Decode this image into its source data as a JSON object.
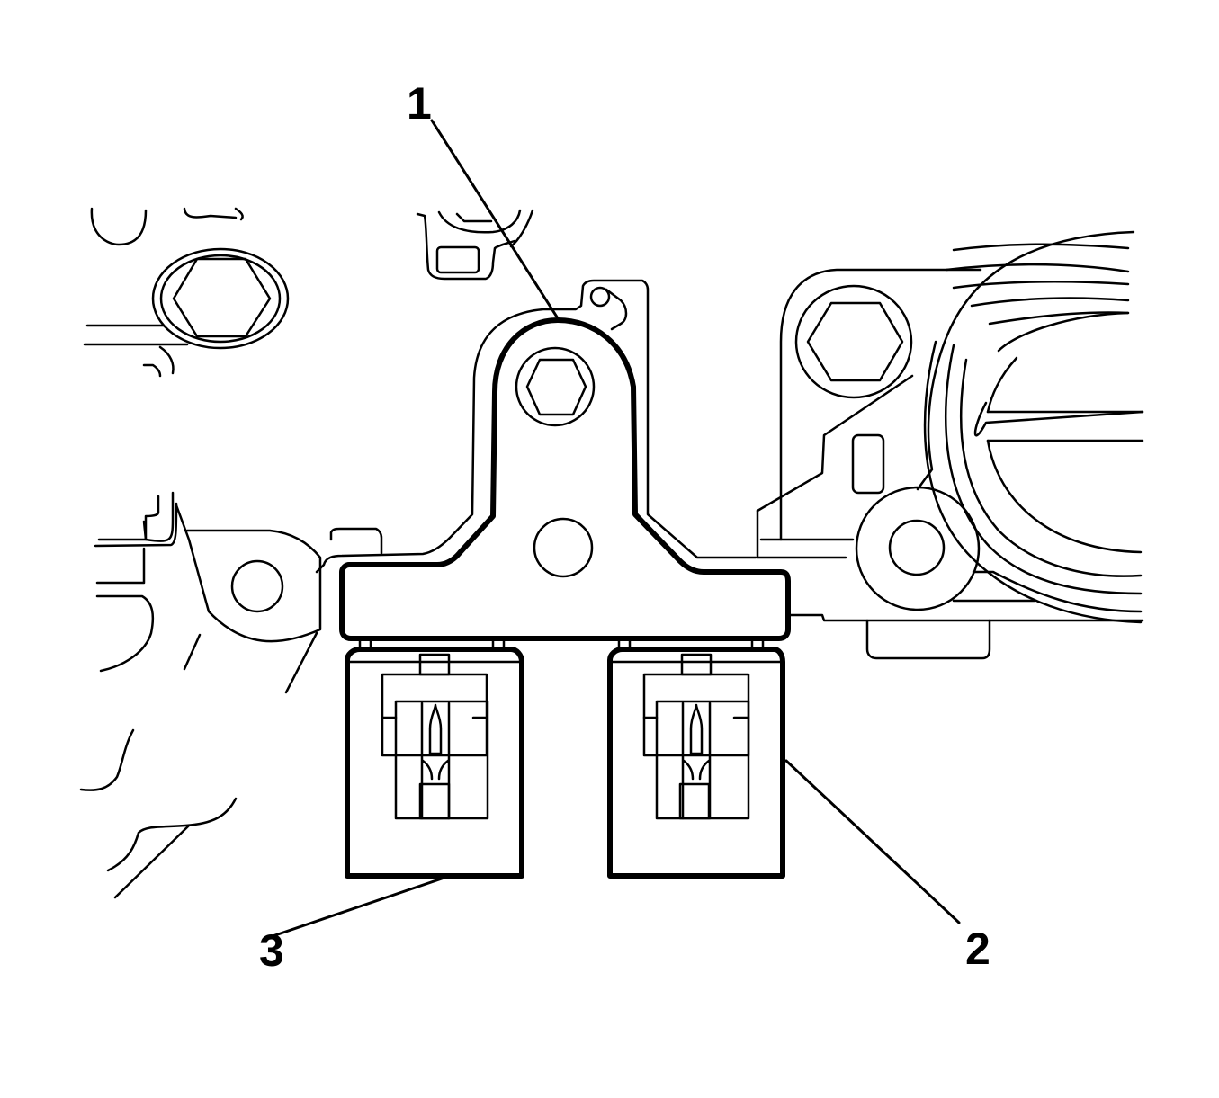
{
  "diagram": {
    "type": "technical-line-drawing",
    "colors": {
      "line": "#000000",
      "background": "#ffffff"
    },
    "callouts": [
      {
        "label": "1",
        "target": "bracket"
      },
      {
        "label": "2",
        "target": "right-connector"
      },
      {
        "label": "3",
        "target": "left-connector"
      }
    ]
  }
}
